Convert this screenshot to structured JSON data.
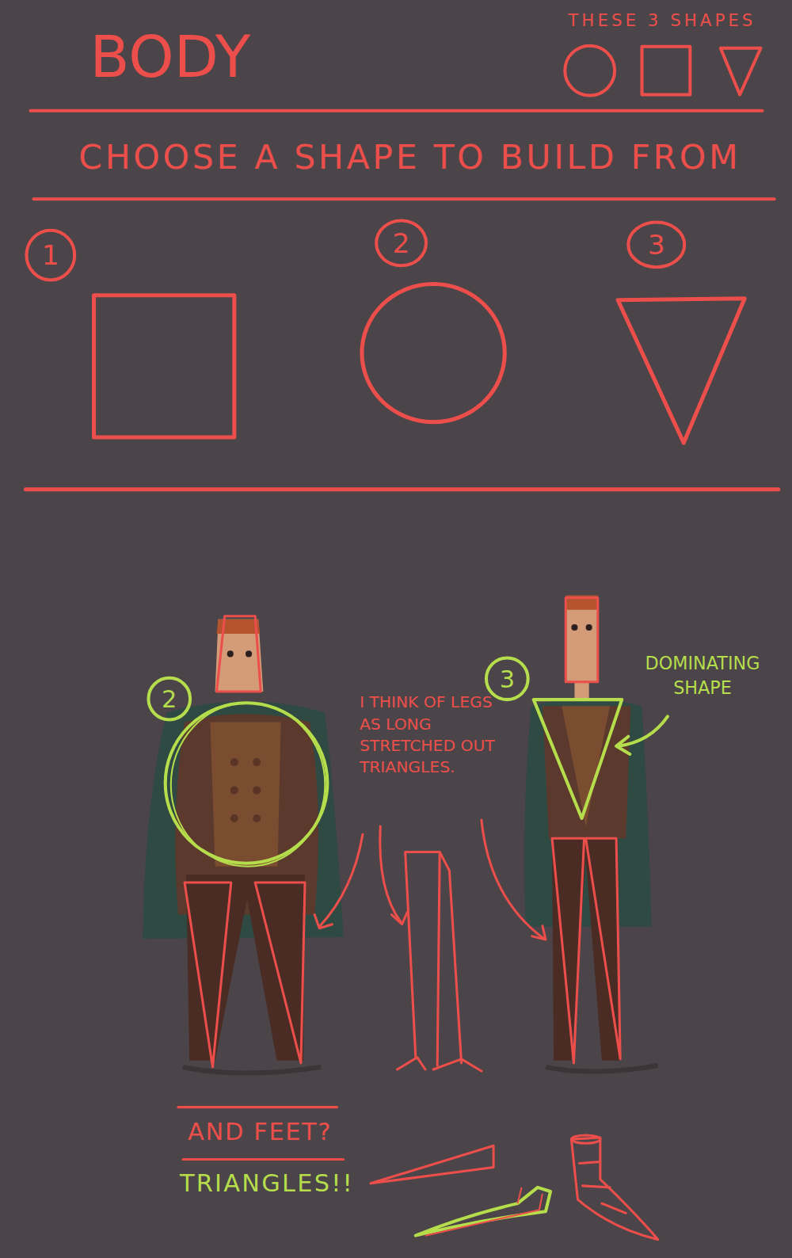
{
  "diagram": {
    "title": "BODY",
    "nodes": [
      {
        "text": [
          "1"
        ]
      },
      {
        "text": [
          "2"
        ]
      },
      {
        "text": [
          "3"
        ]
      },
      {
        "text": [
          "2"
        ]
      },
      {
        "text": [
          "3"
        ]
      }
    ],
    "labels": [
      "THESE 3 SHAPES",
      "CHOOSE A SHAPE TO BUILD FROM",
      "I THINK OF LEGS AS LONG STRETCHED OUT TRIANGLES.",
      "DOMINATING SHAPE",
      "AND FEET?",
      "TRIANGLES!!"
    ]
  }
}
